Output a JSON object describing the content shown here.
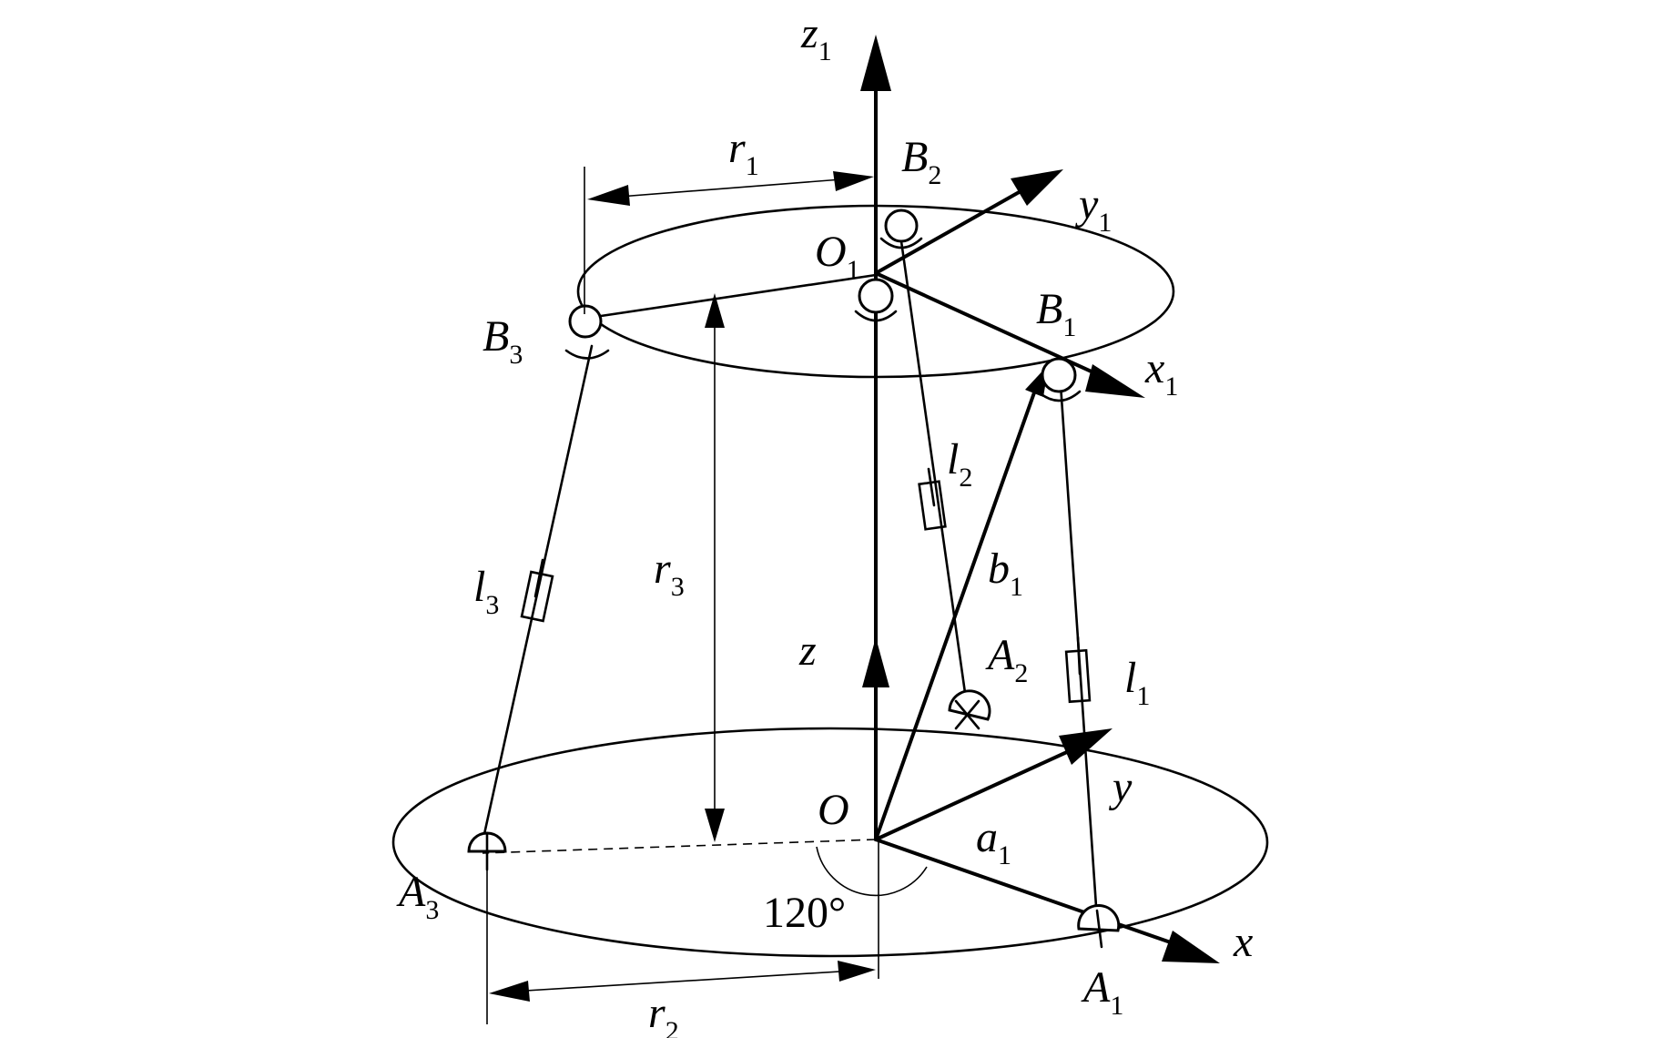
{
  "labels": {
    "z1": {
      "main": "z",
      "sub": "1"
    },
    "y1": {
      "main": "y",
      "sub": "1"
    },
    "x1": {
      "main": "x",
      "sub": "1"
    },
    "O1": {
      "main": "O",
      "sub": "1"
    },
    "B1": {
      "main": "B",
      "sub": "1"
    },
    "B2": {
      "main": "B",
      "sub": "2"
    },
    "B3": {
      "main": "B",
      "sub": "3"
    },
    "r1": {
      "main": "r",
      "sub": "1"
    },
    "r2": {
      "main": "r",
      "sub": "2"
    },
    "r3": {
      "main": "r",
      "sub": "3"
    },
    "l1": {
      "main": "l",
      "sub": "1"
    },
    "l2": {
      "main": "l",
      "sub": "2"
    },
    "l3": {
      "main": "l",
      "sub": "3"
    },
    "b1": {
      "main": "b",
      "sub": "1"
    },
    "a1": {
      "main": "a",
      "sub": "1"
    },
    "A1": {
      "main": "A",
      "sub": "1"
    },
    "A2": {
      "main": "A",
      "sub": "2"
    },
    "A3": {
      "main": "A",
      "sub": "3"
    },
    "z": {
      "main": "z"
    },
    "y": {
      "main": "y"
    },
    "x": {
      "main": "x"
    },
    "O": {
      "main": "O"
    },
    "angle": "120°"
  }
}
